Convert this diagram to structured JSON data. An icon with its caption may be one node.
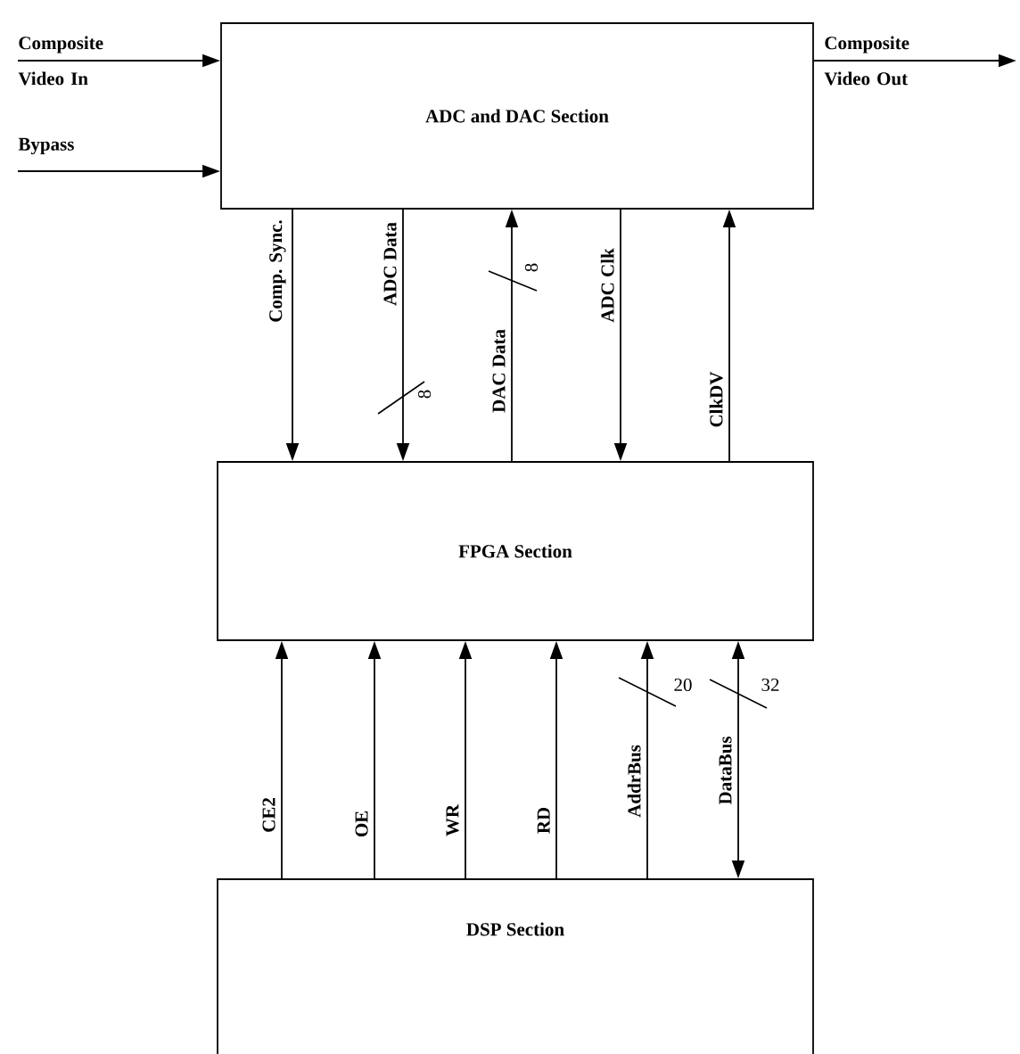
{
  "diagram": {
    "nodes": [
      {
        "text": [
          "ADC and DAC Section"
        ]
      },
      {
        "text": [
          "FPGA Section"
        ]
      },
      {
        "text": [
          "DSP Section"
        ]
      }
    ],
    "edges": [
      {
        "from": null,
        "to": 0,
        "arrow": "to",
        "label": "Composite Video In"
      },
      {
        "from": null,
        "to": 0,
        "arrow": "to",
        "label": "Bypass"
      },
      {
        "from": 0,
        "to": null,
        "arrow": "to",
        "label": "Composite Video Out"
      },
      {
        "from": 0,
        "to": 1,
        "arrow": "to",
        "label": "Comp. Sync."
      },
      {
        "from": 0,
        "to": 1,
        "arrow": "to",
        "label": "ADC Data"
      },
      {
        "from": 1,
        "to": 0,
        "arrow": "to",
        "label": "DAC Data"
      },
      {
        "from": 0,
        "to": 1,
        "arrow": "to",
        "label": "ADC Clk"
      },
      {
        "from": 1,
        "to": 0,
        "arrow": "to",
        "label": "ClkDV"
      },
      {
        "from": 2,
        "to": 1,
        "arrow": "to",
        "label": "CE2"
      },
      {
        "from": 2,
        "to": 1,
        "arrow": "to",
        "label": "OE"
      },
      {
        "from": 2,
        "to": 1,
        "arrow": "to",
        "label": "WR"
      },
      {
        "from": 2,
        "to": 1,
        "arrow": "to",
        "label": "RD"
      },
      {
        "from": 2,
        "to": 1,
        "arrow": "to",
        "label": "AddrBus"
      },
      {
        "from": 2,
        "to": 1,
        "arrow": "both",
        "label": "DataBus"
      }
    ],
    "labels": [
      "8",
      "8",
      "20",
      "32"
    ]
  }
}
